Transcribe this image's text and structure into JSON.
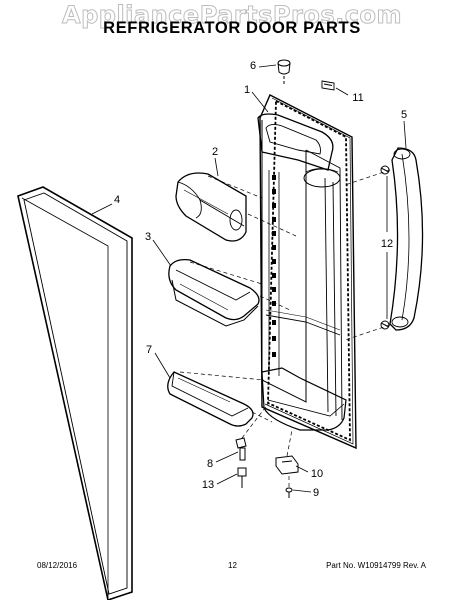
{
  "watermark": "AppliancePartsPros.com",
  "title": "REFRIGERATOR DOOR PARTS",
  "callouts": {
    "door": "1",
    "upper_bin": "2",
    "door_bin": "3",
    "gasket": "4",
    "handle": "5",
    "cap": "6",
    "lower_bin": "7",
    "hinge_pin": "8",
    "screw": "9",
    "bracket": "10",
    "label": "11",
    "handle_screws": "12",
    "bushing": "13"
  },
  "footer": {
    "date": "08/12/2016",
    "page": "12",
    "part": "Part No. W10914799  Rev. A"
  }
}
